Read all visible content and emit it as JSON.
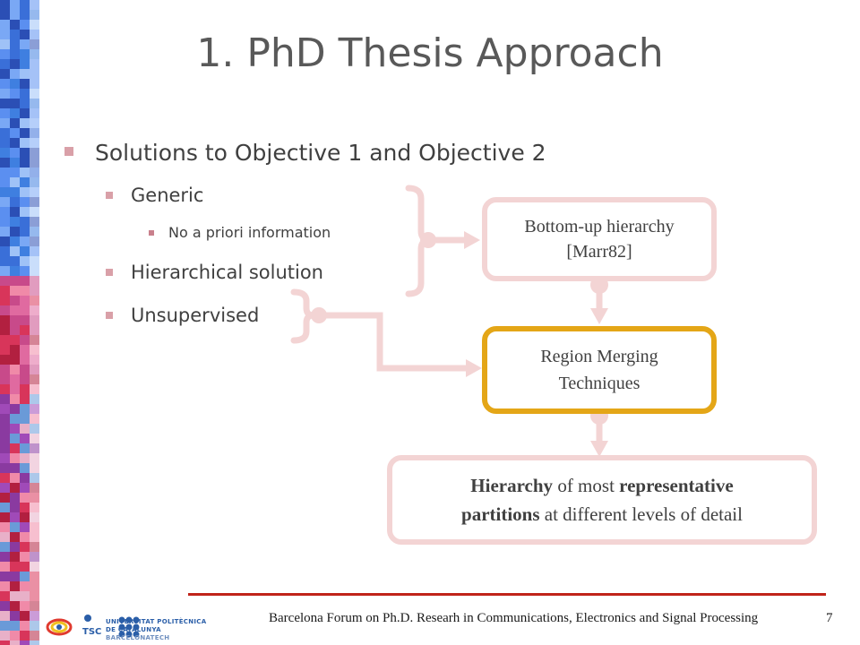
{
  "slide": {
    "title": "1. PhD Thesis Approach",
    "bullets": {
      "level1": "Solutions to Objective 1 and Objective 2",
      "generic": "Generic",
      "no_prior": "No a priori information",
      "hierarchical": "Hierarchical solution",
      "unsupervised": "Unsupervised"
    }
  },
  "diagram": {
    "box_bottom_up_line1": "Bottom-up hierarchy",
    "box_bottom_up_line2": "[Marr82]",
    "box_region_line1": "Region Merging",
    "box_region_line2": "Techniques",
    "box_result_bold1": "Hierarchy",
    "box_result_text1": " of most ",
    "box_result_bold2": "representative",
    "box_result_bold3": "partitions",
    "box_result_text2": " at different levels of detail"
  },
  "footer": {
    "text": "Barcelona Forum on Ph.D. Researh in Communications, Electronics and Signal Processing",
    "page": "7",
    "upc_line1": "UNIVERSITAT POLITÈCNICA",
    "upc_line2": "DE CATALUNYA",
    "upc_line3": "BARCELONATECH"
  },
  "colors": {
    "accent_pink": "#f3d4d4",
    "accent_gold": "#e4a617",
    "footer_rule": "#c0241a"
  }
}
